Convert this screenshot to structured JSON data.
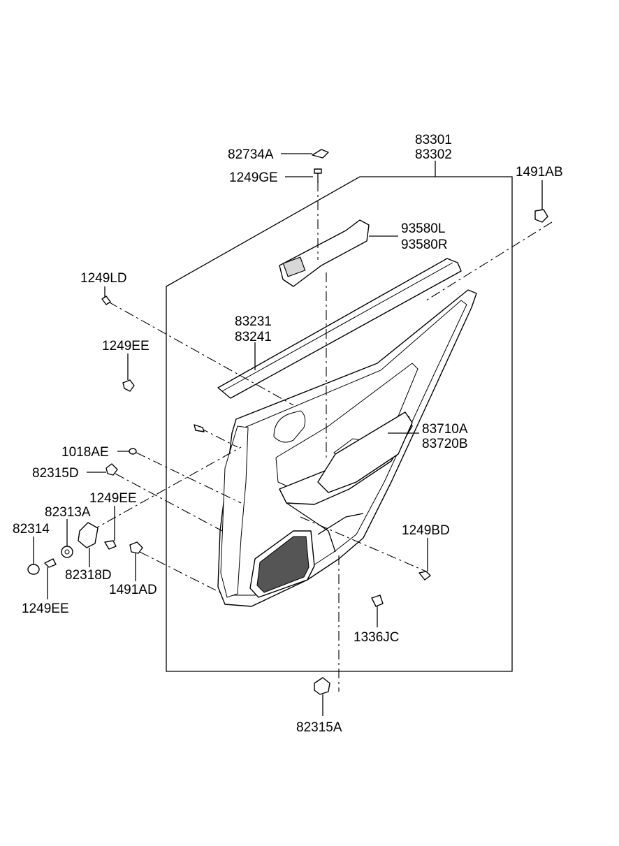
{
  "labels": {
    "p83301": "83301",
    "p83302": "83302",
    "p82734A": "82734A",
    "p1249GE": "1249GE",
    "p1491AB": "1491AB",
    "p93580L": "93580L",
    "p93580R": "93580R",
    "p1249LD": "1249LD",
    "p83231": "83231",
    "p83241": "83241",
    "p1249EE_top": "1249EE",
    "p83710A": "83710A",
    "p83720B": "83720B",
    "p1018AE": "1018AE",
    "p82315D": "82315D",
    "p82313A": "82313A",
    "p1249EE_mid": "1249EE",
    "p82314": "82314",
    "p1249BD": "1249BD",
    "p82318D": "82318D",
    "p1491AD": "1491AD",
    "p1249EE_bot": "1249EE",
    "p1336JC": "1336JC",
    "p82315A": "82315A"
  }
}
